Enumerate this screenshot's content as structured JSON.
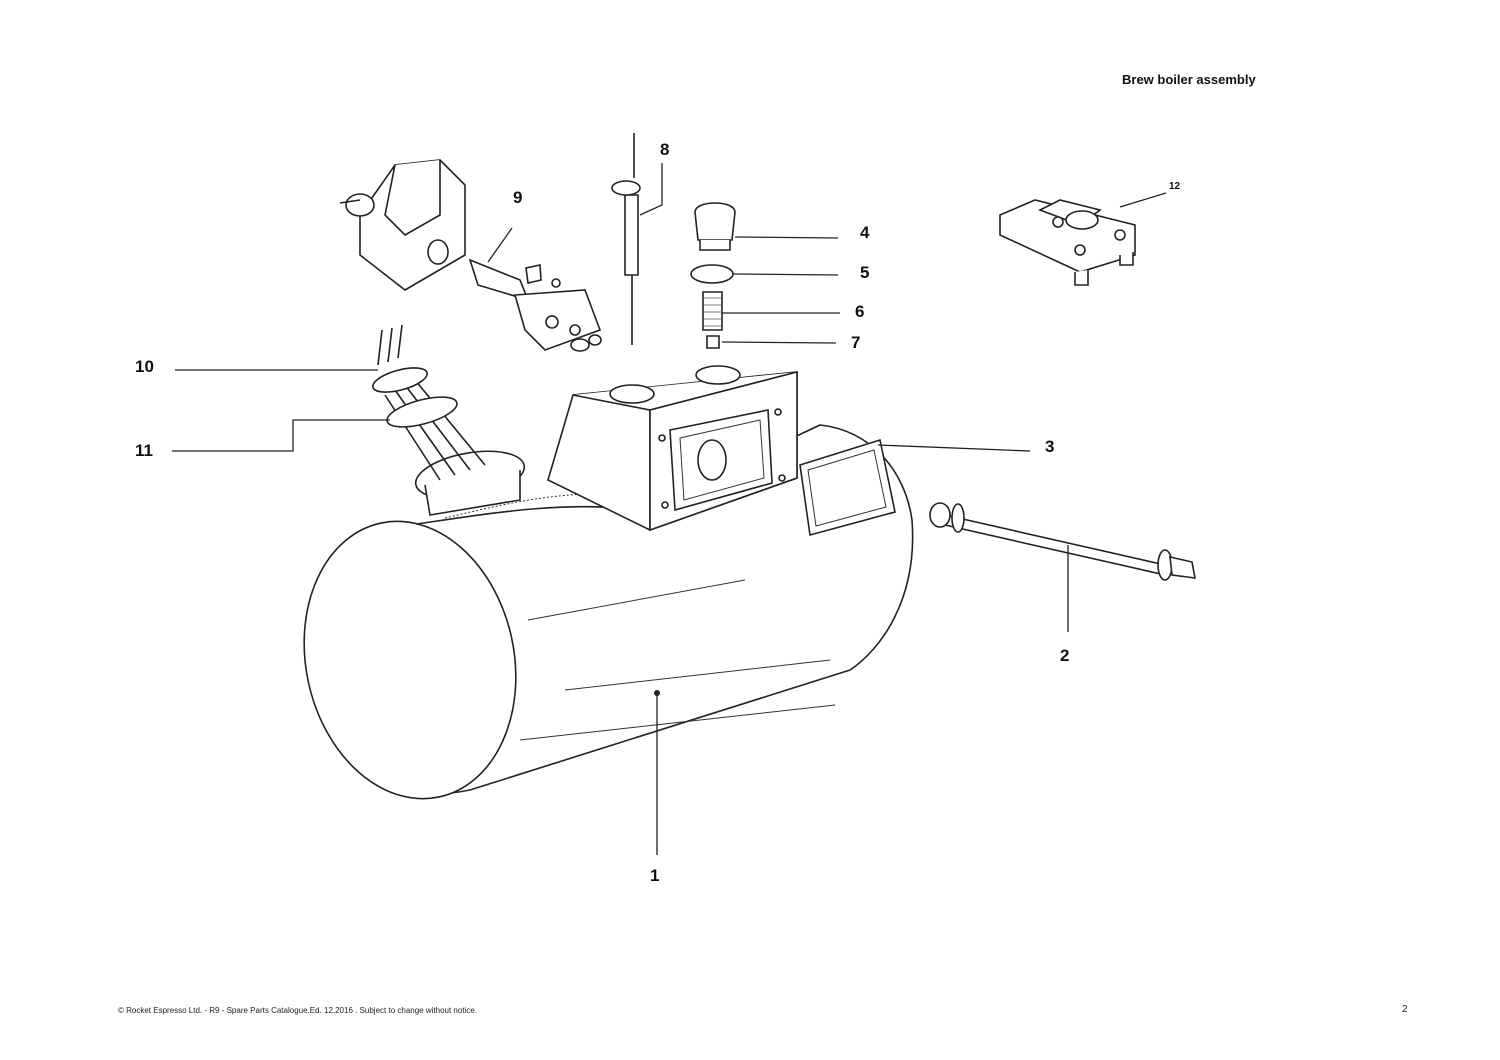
{
  "page": {
    "title": "Brew boiler assembly",
    "footer": "© Rocket Espresso  Ltd. - R9 - Spare Parts Catalogue.Ed. 12.2016 . Subject to change without notice.",
    "page_number": "2"
  },
  "callouts": [
    {
      "id": "1",
      "label": "1"
    },
    {
      "id": "2",
      "label": "2"
    },
    {
      "id": "3",
      "label": "3"
    },
    {
      "id": "4",
      "label": "4"
    },
    {
      "id": "5",
      "label": "5"
    },
    {
      "id": "6",
      "label": "6"
    },
    {
      "id": "7",
      "label": "7"
    },
    {
      "id": "8",
      "label": "8"
    },
    {
      "id": "9",
      "label": "9"
    },
    {
      "id": "10",
      "label": "10"
    },
    {
      "id": "11",
      "label": "11"
    },
    {
      "id": "12",
      "label": "12"
    }
  ]
}
